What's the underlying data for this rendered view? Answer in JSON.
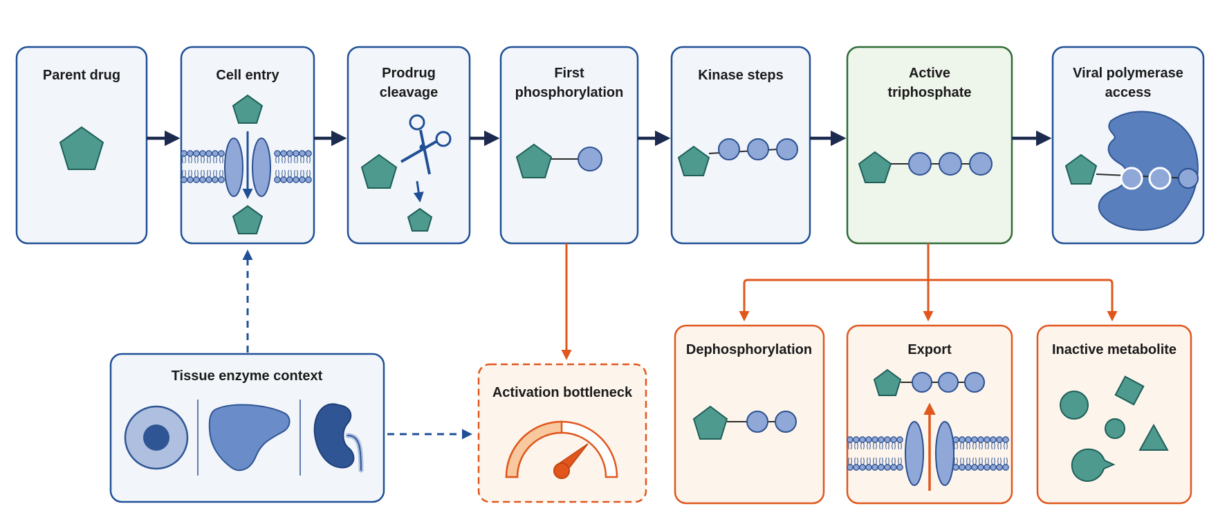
{
  "colors": {
    "navy": "#1b2a4e",
    "box_border": "#1f4f95",
    "box_fill": "#f2f6fb",
    "green_border": "#2f6b34",
    "green_fill": "#eef5ea",
    "orange": "#e0561c",
    "orange_fill": "#fdf4ec",
    "teal": "#4f9a8e",
    "teal_dark": "#1d5f58",
    "bead": "#8fa8d8",
    "bead_dark": "#2a4f8f",
    "protein": "#5a7fbd",
    "organ_dark": "#2f5594"
  },
  "pathway": {
    "steps": [
      {
        "id": "parent-drug",
        "lines": [
          "Parent drug"
        ]
      },
      {
        "id": "cell-entry",
        "lines": [
          "Cell entry"
        ]
      },
      {
        "id": "prodrug-cleavage",
        "lines": [
          "Prodrug",
          "cleavage"
        ]
      },
      {
        "id": "first-phosphorylation",
        "lines": [
          "First",
          "phosphorylation"
        ]
      },
      {
        "id": "kinase-steps",
        "lines": [
          "Kinase steps"
        ]
      },
      {
        "id": "active-triphosphate",
        "lines": [
          "Active",
          "triphosphate"
        ]
      },
      {
        "id": "viral-polymerase-access",
        "lines": [
          "Viral polymerase",
          "access"
        ]
      }
    ]
  },
  "fates": [
    {
      "id": "dephosphorylation",
      "label": "Dephosphorylation"
    },
    {
      "id": "export",
      "label": "Export"
    },
    {
      "id": "inactive-metabolite",
      "label": "Inactive metabolite"
    }
  ],
  "context": {
    "label": "Tissue enzyme context"
  },
  "bottleneck": {
    "label": "Activation bottleneck"
  }
}
